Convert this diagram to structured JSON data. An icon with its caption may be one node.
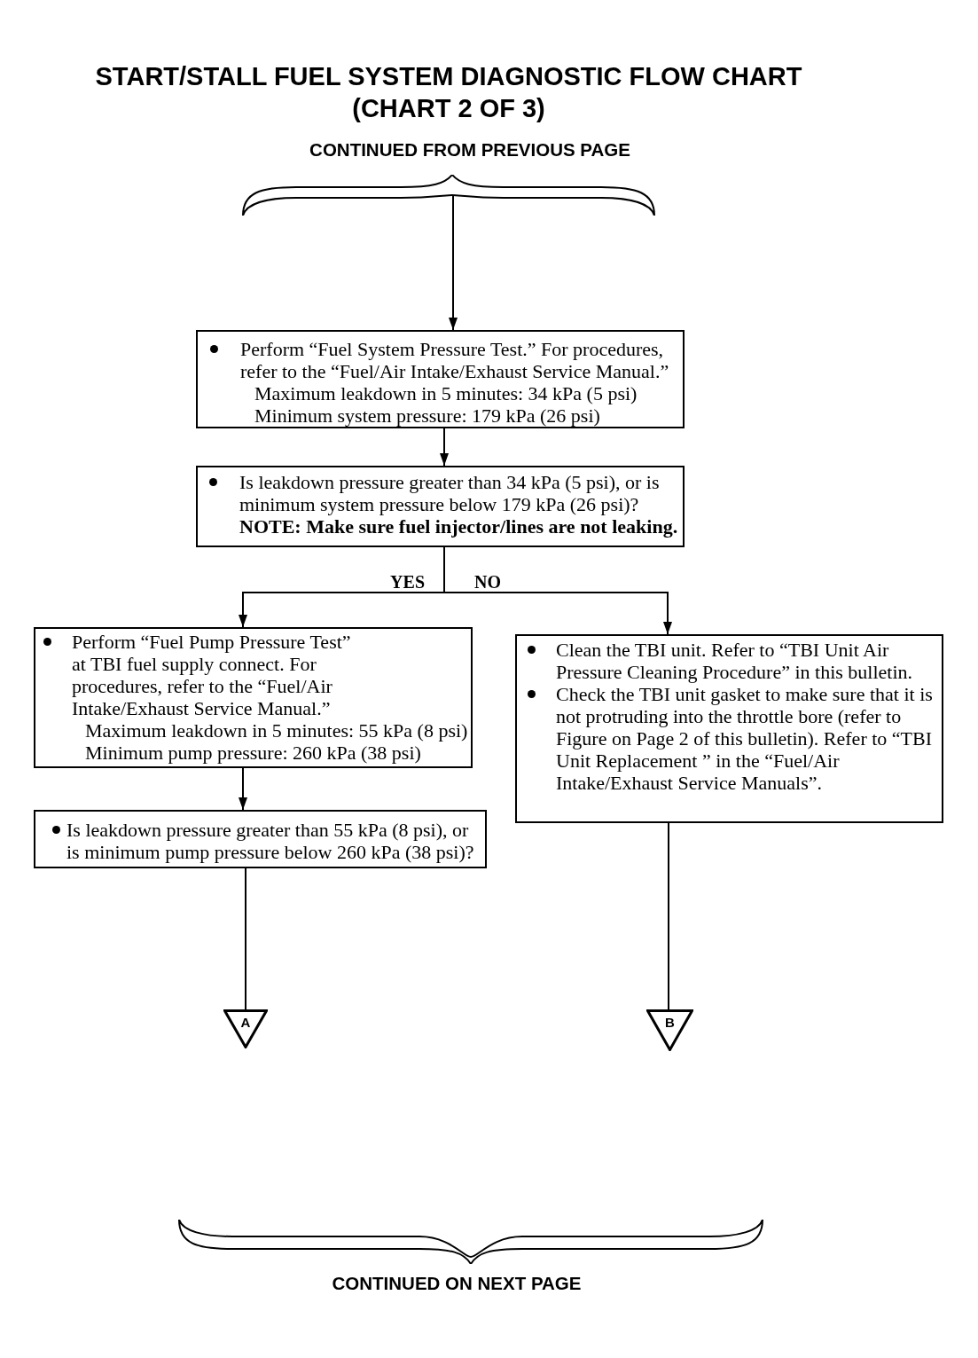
{
  "diagram": {
    "title": "START/STALL FUEL SYSTEM DIAGNOSTIC FLOW CHART (CHART 2 OF 3)",
    "nodes": [
      {
        "text": [
          "CONTINUED FROM PREVIOUS PAGE"
        ]
      },
      {
        "text": [
          "Perform “Fuel System Pressure Test.” For procedures, refer to the “Fuel/Air Intake/Exhaust Service Manual.”",
          "Maximum leakdown in 5 minutes: 34 kPa (5 psi)",
          "Minimum system pressure: 179 kPa (26 psi)"
        ]
      },
      {
        "text": [
          "Is leakdown pressure greater than 34 kPa (5 psi), or is minimum system pressure below 179 kPa (26 psi)?",
          "NOTE: Make sure fuel injector/lines are not leaking."
        ]
      },
      {
        "text": [
          "Perform “Fuel Pump Pressure Test” at TBI fuel supply connect. For procedures, refer to the “Fuel/Air Intake/Exhaust Service Manual.”",
          "Maximum leakdown in 5 minutes: 55 kPa (8 psi)",
          "Minimum pump pressure: 260 kPa (38 psi)"
        ]
      },
      {
        "text": [
          "Clean the TBI unit. Refer to “TBI Unit Air Pressure Cleaning Procedure” in this bulletin.",
          "Check the TBI unit gasket to make sure that it is not protruding into the throttle bore (refer to Figure on Page 2 of this bulletin). Refer to “TBI Unit Replacement ” in the “Fuel/Air Intake/Exhaust Service Manuals”."
        ]
      },
      {
        "text": [
          "Is leakdown pressure greater than 55 kPa (8 psi), or is minimum pump pressure below 260 kPa (38 psi)?"
        ]
      },
      {
        "text": [
          "A"
        ]
      },
      {
        "text": [
          "B"
        ]
      },
      {
        "text": [
          "CONTINUED ON NEXT PAGE"
        ]
      }
    ],
    "edges": [
      {
        "from": 0,
        "to": 1,
        "arrow": "to"
      },
      {
        "from": 1,
        "to": 2,
        "arrow": "to"
      },
      {
        "from": 2,
        "to": 3,
        "arrow": "to",
        "label": "YES"
      },
      {
        "from": 2,
        "to": 4,
        "arrow": "to",
        "label": "NO"
      },
      {
        "from": 3,
        "to": 5,
        "arrow": "to"
      },
      {
        "from": 5,
        "to": 6,
        "arrow": "none"
      },
      {
        "from": 4,
        "to": 7,
        "arrow": "none"
      }
    ]
  }
}
